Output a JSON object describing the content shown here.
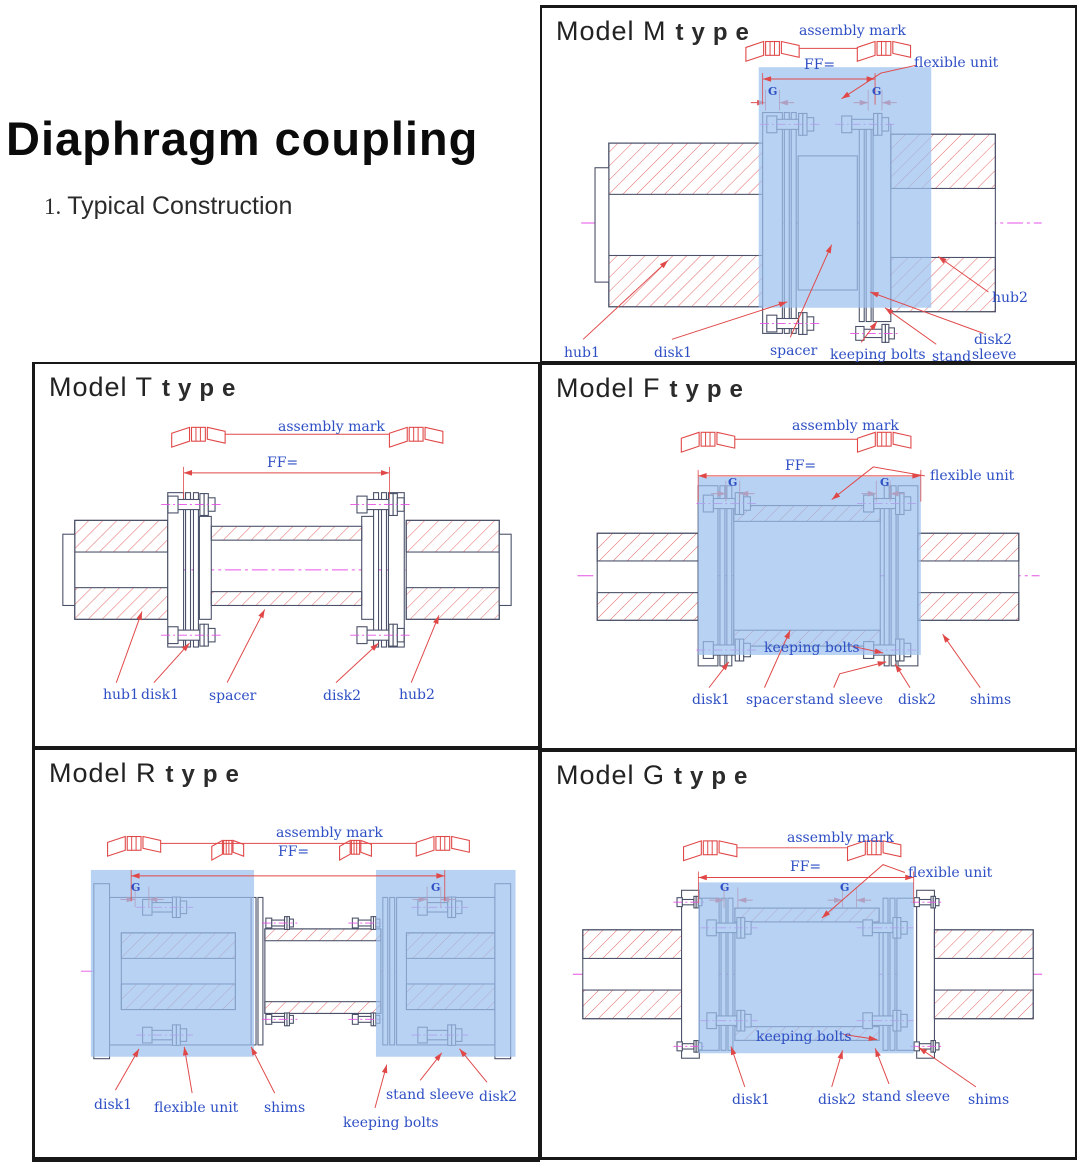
{
  "page": {
    "title": "Diaphragm coupling",
    "subtitle_number": "1.",
    "subtitle_text": "Typical Construction"
  },
  "colors": {
    "label_blue": "#2e4fc4",
    "red": "#e04848",
    "outline": "#4a5168",
    "overlay_blue": "#9cc0ee",
    "centerline": "#e650e6",
    "panel_border": "#181818",
    "title_color": "#0b0b0b"
  },
  "panels": [
    {
      "id": "m",
      "heading_model": "Model M",
      "heading_type": "type",
      "labels": {
        "assembly_mark": "assembly mark",
        "ff": "FF=",
        "g": "G",
        "flexible_unit": "flexible unit",
        "hub1": "hub1",
        "disk1": "disk1",
        "spacer": "spacer",
        "keeping_bolts": "keeping bolts",
        "stand": "stand",
        "sleeve": "sleeve",
        "disk2": "disk2",
        "hub2": "hub2"
      }
    },
    {
      "id": "t",
      "heading_model": "Model T",
      "heading_type": "type",
      "labels": {
        "assembly_mark": "assembly mark",
        "ff": "FF=",
        "hub1": "hub1",
        "disk1": "disk1",
        "spacer": "spacer",
        "disk2": "disk2",
        "hub2": "hub2"
      }
    },
    {
      "id": "f",
      "heading_model": "Model F",
      "heading_type": "type",
      "labels": {
        "assembly_mark": "assembly mark",
        "ff": "FF=",
        "g": "G",
        "flexible_unit": "flexible unit",
        "keeping_bolts": "keeping bolts",
        "disk1": "disk1",
        "spacer": "spacer",
        "stand_sleeve": "stand sleeve",
        "disk2": "disk2",
        "shims": "shims"
      }
    },
    {
      "id": "r",
      "heading_model": "Model R",
      "heading_type": "type",
      "labels": {
        "assembly_mark": "assembly mark",
        "ff": "FF=",
        "g": "G",
        "disk1": "disk1",
        "flexible_unit": "flexible unit",
        "shims": "shims",
        "stand_sleeve": "stand sleeve",
        "disk2": "disk2",
        "keeping_bolts": "keeping bolts"
      }
    },
    {
      "id": "g",
      "heading_model": "Model G",
      "heading_type": "type",
      "labels": {
        "assembly_mark": "assembly mark",
        "ff": "FF=",
        "g": "G",
        "flexible_unit": "flexible unit",
        "keeping_bolts": "keeping bolts",
        "disk1": "disk1",
        "disk2": "disk2",
        "stand_sleeve": "stand sleeve",
        "shims": "shims"
      }
    }
  ]
}
